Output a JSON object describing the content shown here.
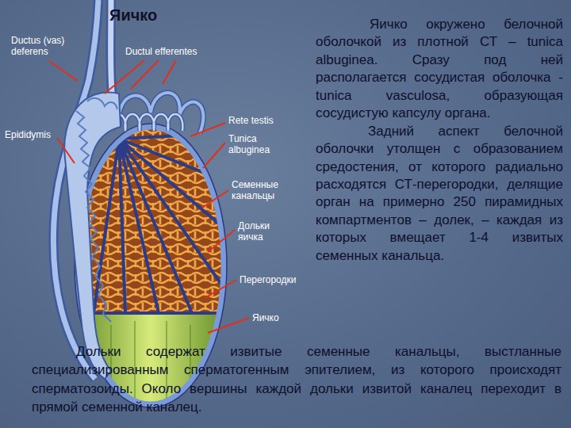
{
  "diagram": {
    "title": "Яичко",
    "labels": [
      "Ductus (vas) deferens",
      "Ductul efferentes",
      "Epididymis",
      "Rete testis",
      "Tunica albuginea",
      "Семенные канальцы",
      "Дольки яичка",
      "Перегородки",
      "Яичко",
      "Яичко окружено белочной оболочкой из плотной СТ – tunica albuginea. Сразу под ней располагается сосудистая оболочка - tunica vasculosa, образующая сосудистую капсулу органа.",
      "Задний аспект белочной оболочки утолщен с образованием средостения, от которого радиально расходятся СТ-перегородки, делящие орган на примерно 250 пирамидных компартментов – долек, – каждая из которых вмещает 1-4 извитых семенных канальца.",
      "Дольки содержат извитые семенные канальцы, выстланные специализированным сперматогенным эпителием, из которого происходят сперматозоиды. Около вершины каждой дольки извитой каналец переходит в прямой семенной каналец."
    ]
  }
}
